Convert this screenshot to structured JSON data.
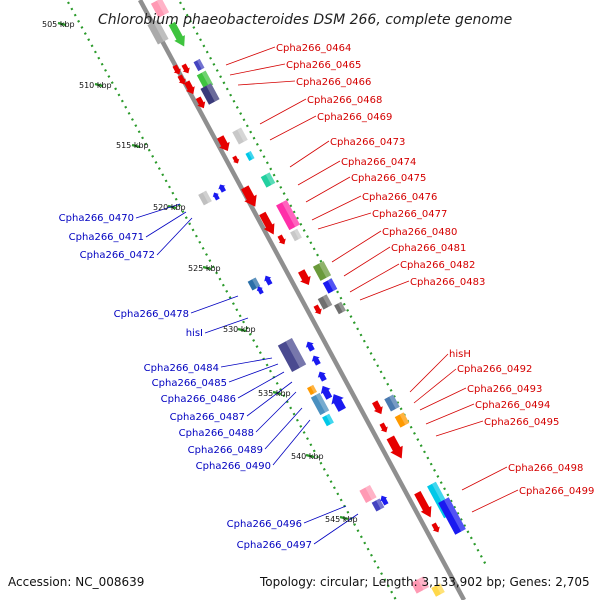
{
  "title": "Chlorobium phaeobacteroides DSM 266, complete genome",
  "footer": {
    "accession": "Accession: NC_008639",
    "summary": "Topology: circular; Length: 3,133,902 bp; Genes: 2,705"
  },
  "kbp_ticks": [
    "505 kbp",
    "510 kbp",
    "515 kbp",
    "520 kbp",
    "525 kbp",
    "530 kbp",
    "535 kbp",
    "540 kbp",
    "545 kbp"
  ],
  "colors": {
    "forward_label": "#d40000",
    "reverse_label": "#0000c0",
    "backbone": "#8f8f8f",
    "ruler": "#2a9a2a"
  },
  "forward_genes": [
    "Cpha266_0464",
    "Cpha266_0465",
    "Cpha266_0466",
    "Cpha266_0468",
    "Cpha266_0469",
    "Cpha266_0473",
    "Cpha266_0474",
    "Cpha266_0475",
    "Cpha266_0476",
    "Cpha266_0477",
    "Cpha266_0480",
    "Cpha266_0481",
    "Cpha266_0482",
    "Cpha266_0483",
    "hisH",
    "Cpha266_0492",
    "Cpha266_0493",
    "Cpha266_0494",
    "Cpha266_0495",
    "Cpha266_0498",
    "Cpha266_0499"
  ],
  "reverse_genes": [
    "Cpha266_0470",
    "Cpha266_0471",
    "Cpha266_0472",
    "Cpha266_0478",
    "hisI",
    "Cpha266_0484",
    "Cpha266_0485",
    "Cpha266_0486",
    "Cpha266_0487",
    "Cpha266_0488",
    "Cpha266_0489",
    "Cpha266_0490",
    "Cpha266_0496",
    "Cpha266_0497"
  ]
}
